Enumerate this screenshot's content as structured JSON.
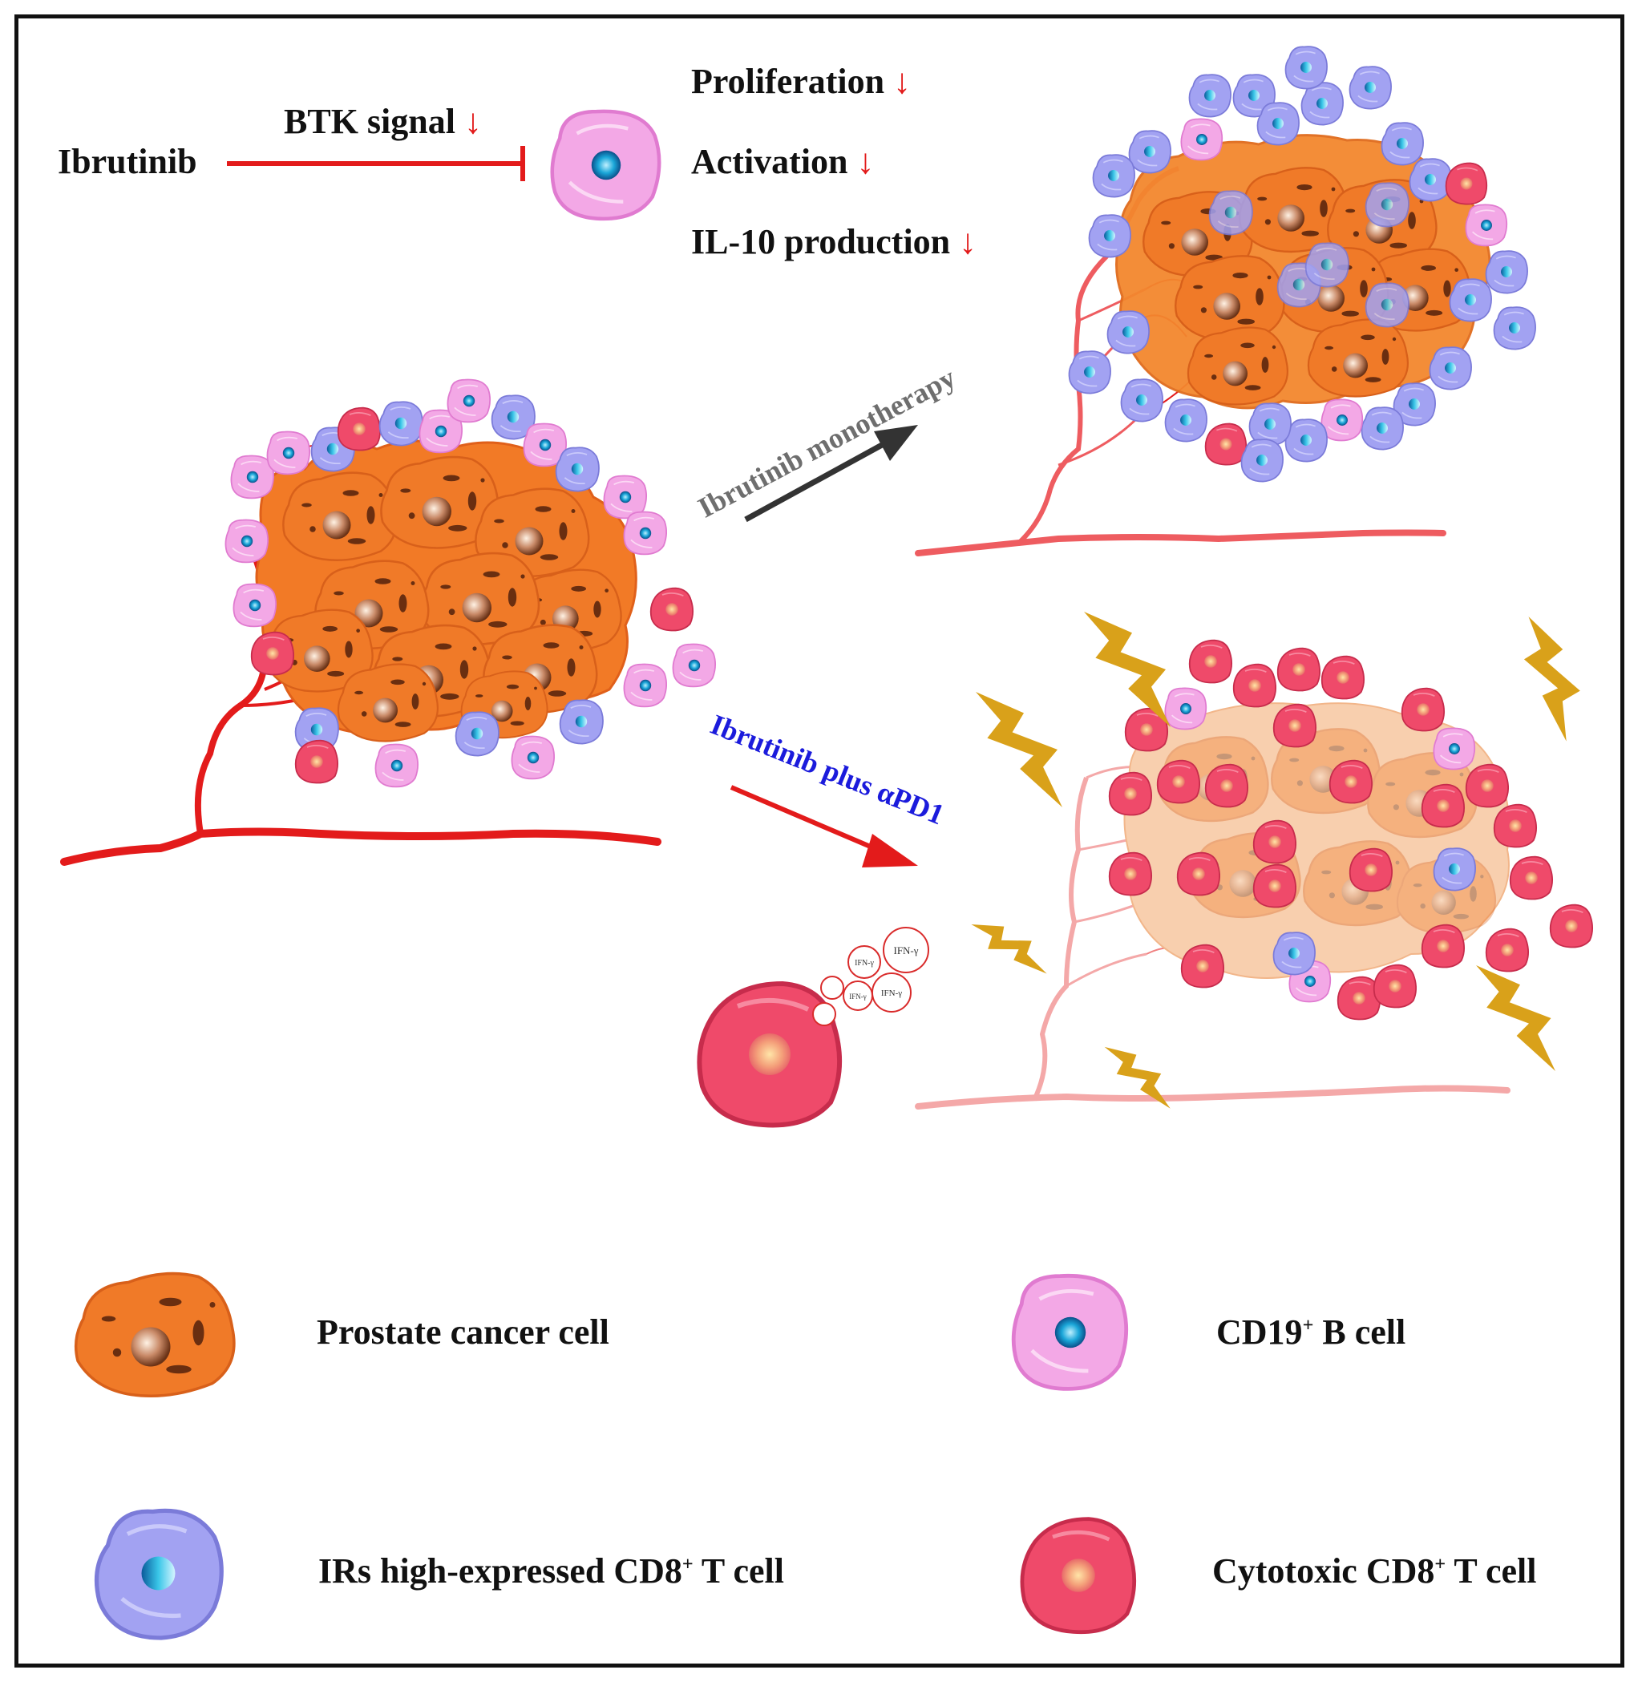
{
  "top": {
    "drug": "Ibrutinib",
    "signal": "BTK signal",
    "effects": [
      "Proliferation",
      "Activation",
      "IL-10 production"
    ]
  },
  "arrows": {
    "mono": "Ibrutinib monotherapy",
    "combo": "Ibrutinib plus αPD1"
  },
  "cytokine": "IFN-γ",
  "legend": {
    "prostate": "Prostate cancer cell",
    "b_cell_pre": "CD19",
    "b_cell_sup": "+",
    "b_cell_post": " B cell",
    "ir_t_pre": "IRs high-expressed CD8",
    "ir_t_sup": "+",
    "ir_t_post": " T cell",
    "cyto_t_pre": "Cytotoxic CD8",
    "cyto_t_sup": "+",
    "cyto_t_post": " T cell"
  },
  "colors": {
    "tumor": "#f07a28",
    "b_cell": "#f2a6e4",
    "ir_t_cell": "#9c9cf0",
    "cyto_t_cell": "#ee4466",
    "vessel": "#e31b1b",
    "lightning": "#d9a11a",
    "mono_arrow": "#333333",
    "combo_arrow": "#e31b1b"
  }
}
